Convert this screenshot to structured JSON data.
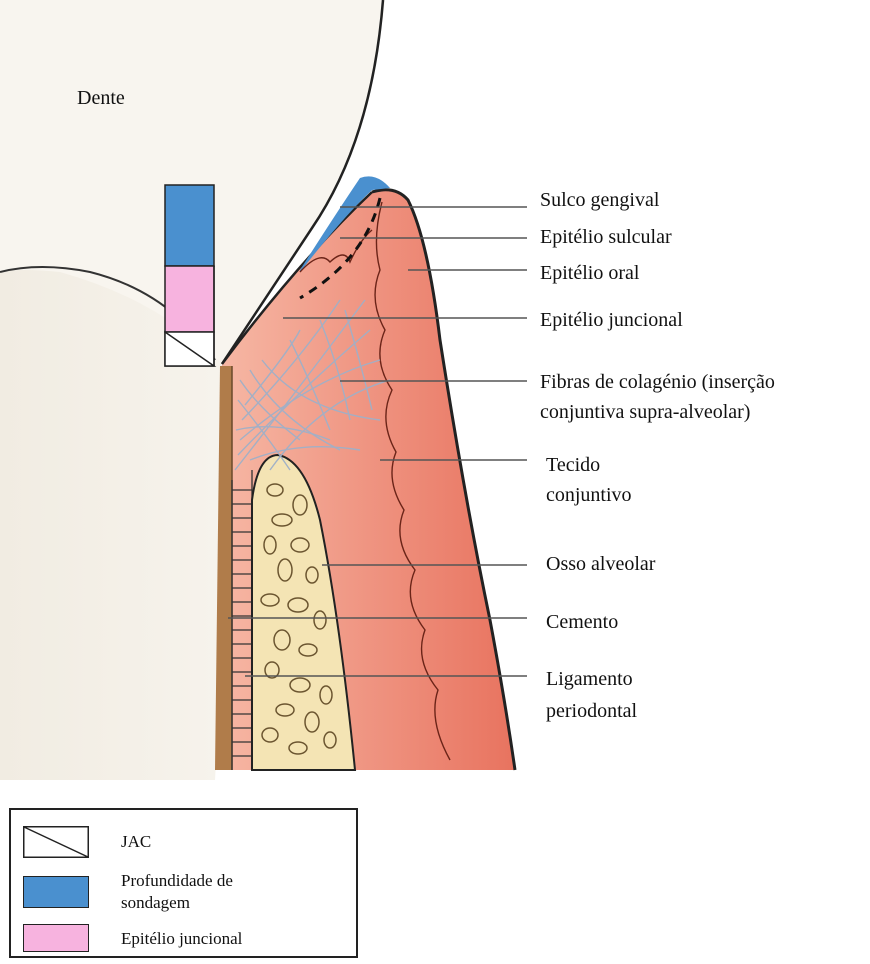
{
  "tooth_label": "Dente",
  "labels": {
    "sulco_gengival": "Sulco gengival",
    "epitelio_sulcular": "Epitélio sulcular",
    "epitelio_oral": "Epitélio oral",
    "epitelio_juncional": "Epitélio juncional",
    "fibras_line1": "Fibras de colagénio (inserção",
    "fibras_line2": "conjuntiva supra-alveolar)",
    "tecido_line1": "Tecido",
    "tecido_line2": "conjuntivo",
    "osso_alveolar": "Osso alveolar",
    "cemento": "Cemento",
    "ligamento_line1": "Ligamento",
    "ligamento_line2": "periodontal"
  },
  "legend": {
    "jac": "JAC",
    "probing_line1": "Profundidade de",
    "probing_line2": "sondagem",
    "junctional": "Epitélio juncional"
  },
  "colors": {
    "probing_blue": "#4a90cf",
    "junctional_pink": "#f7b3df",
    "gingiva": "#ec8a78",
    "bone": "#f4e4b4",
    "tooth": "#f4efe6"
  }
}
